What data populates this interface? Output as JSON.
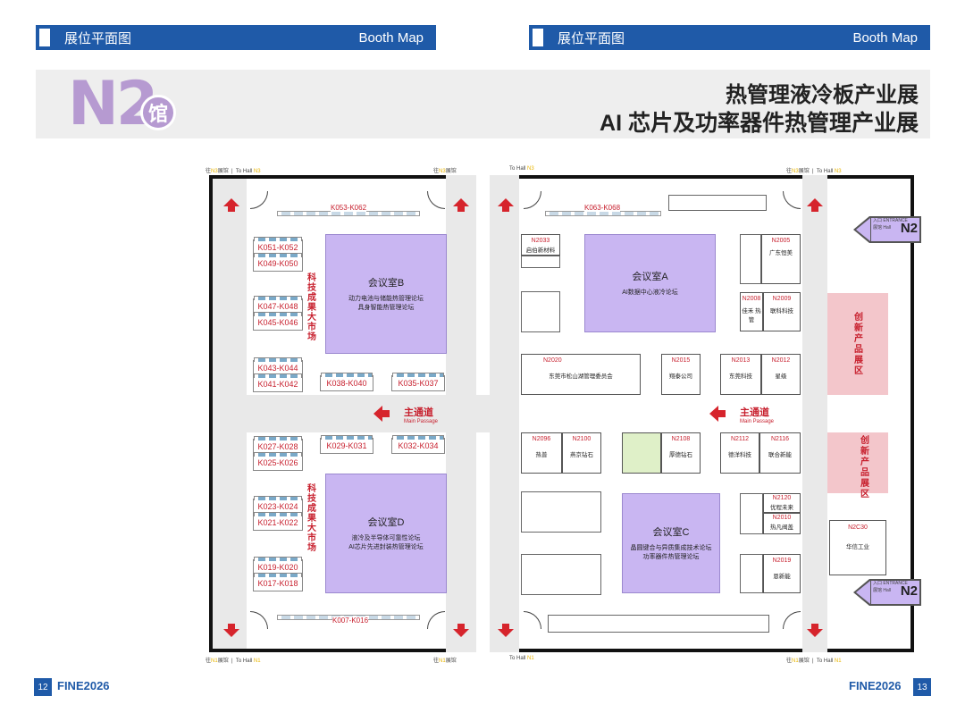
{
  "header": {
    "left_title": "展位平面图",
    "left_subtitle": "Booth Map",
    "right_title": "展位平面图",
    "right_subtitle": "Booth Map"
  },
  "hall": {
    "code": "N2",
    "suffix": "馆"
  },
  "titles": {
    "line1": "热管理液冷板产业展",
    "line2": "AI 芯片及功率器件热管理产业展"
  },
  "nav": {
    "top_left_cn": "往",
    "top_left_hall": "N3",
    "top_left_cn2": "展馆",
    "top_left_en": "To Hall",
    "top_left_en_hall": "N3",
    "bottom_left_cn": "往",
    "bottom_left_hall": "N1",
    "bottom_left_cn2": "展馆",
    "bottom_left_en": "To Hall",
    "bottom_left_en_hall": "N1"
  },
  "left_map": {
    "top_strip": "K053-K062",
    "bottom_strip": "K007-K016",
    "k_booths_top": [
      "K051-K052",
      "K049-K050",
      "K047-K048",
      "K045-K046",
      "K043-K044",
      "K041-K042"
    ],
    "k_mid": [
      "K038-K040",
      "K035-K037"
    ],
    "k_mid2": [
      "K029-K031",
      "K032-K034"
    ],
    "k_booths_bottom": [
      "K027-K028",
      "K025-K026",
      "K023-K024",
      "K021-K022",
      "K019-K020",
      "K017-K018"
    ],
    "vertical_label": "科技成果大市场",
    "room_b": {
      "name": "会议室B",
      "line1": "动力电池与储能热管理论坛",
      "line2": "具身智能热管理论坛"
    },
    "room_d": {
      "name": "会议室D",
      "line1": "液冷及半导体可靠性论坛",
      "line2": "AI芯片先进封装热管理论坛"
    },
    "main_passage": "主通道",
    "main_passage_en": "Main Passage"
  },
  "right_map": {
    "top_strip": "K063-K068",
    "room_a": {
      "name": "会议室A",
      "line1": "AI数据中心液冷论坛"
    },
    "room_c": {
      "name": "会议室C",
      "line1": "晶圆键合与异质集成技术论坛",
      "line2": "功率器件热管理论坛"
    },
    "main_passage": "主通道",
    "main_passage_en": "Main Passage",
    "booths": [
      {
        "id": "N2033",
        "name": "启伯新材料"
      },
      {
        "id": "N2005",
        "name": "广东恒美"
      },
      {
        "id": "N2008",
        "name": "佳禾 热管"
      },
      {
        "id": "N2009",
        "name": "联科科技"
      },
      {
        "id": "N2020",
        "name": "东莞市松山湖管理委员会"
      },
      {
        "id": "N2015",
        "name": "翔泰公司"
      },
      {
        "id": "N2013",
        "name": "东莞科技"
      },
      {
        "id": "N2012",
        "name": "星级"
      },
      {
        "id": "N2096",
        "name": "热普"
      },
      {
        "id": "N2100",
        "name": "燕京钻石"
      },
      {
        "id": "N2108",
        "name": "厚德钻石"
      },
      {
        "id": "N2112",
        "name": "德洋科技"
      },
      {
        "id": "N2116",
        "name": "联合新能"
      },
      {
        "id": "N2120",
        "name": "优程未来"
      },
      {
        "id": "N2010",
        "name": "热凡阀盖"
      },
      {
        "id": "N2019",
        "name": "恩新能"
      },
      {
        "id": "N2C30",
        "name": "华信工业"
      }
    ],
    "innov_label": "创新产品展区",
    "entrance_top": {
      "line1": "入口 ENTRANCE",
      "line2": "展馆 Hall",
      "hall": "N2"
    },
    "entrance_bottom": {
      "line1": "入口 ENTRANCE",
      "line2": "展馆 Hall",
      "hall": "N2"
    }
  },
  "footer": {
    "left_page": "12",
    "right_page": "13",
    "brand": "FINE2026"
  }
}
